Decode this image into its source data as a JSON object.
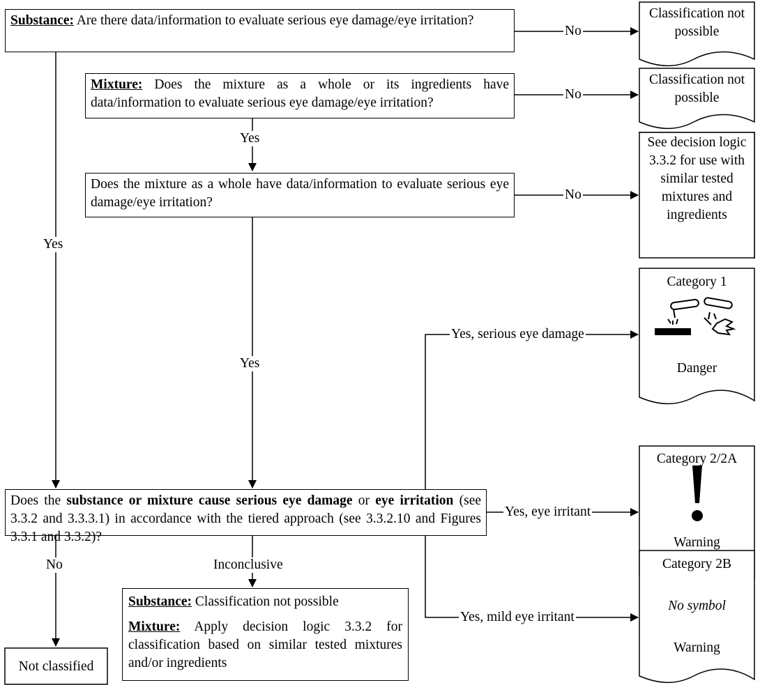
{
  "q_substance": {
    "label": "Substance:",
    "text": "Are there data/information to evaluate serious eye damage/eye irritation?"
  },
  "q_mixture": {
    "label": "Mixture:",
    "text": "Does the mixture as a whole or its ingredients have data/information to evaluate serious eye damage/eye irritation?"
  },
  "q_mixture_whole": {
    "text": "Does the mixture as a whole have data/information to evaluate serious eye damage/eye irritation?"
  },
  "q_main": {
    "part1": "Does the ",
    "bold1": "substance or mixture cause serious eye damage",
    "part2": " or ",
    "bold2": "eye irritation",
    "part3": " (see 3.3.2 and 3.3.3.1) in accordance with the tiered approach (see 3.3.2.10 and Figures 3.3.1 and 3.3.2)?"
  },
  "inconclusive_box": {
    "substance_label": "Substance:",
    "substance_text": "Classification not possible",
    "mixture_label": "Mixture:",
    "mixture_text": "Apply decision logic 3.3.2 for classification based on similar tested mixtures and/or ingredients"
  },
  "outcomes": {
    "not_possible_1": "Classification not possible",
    "not_possible_2": "Classification not possible",
    "see_logic": "See decision logic 3.3.2 for use with similar tested mixtures and ingredients",
    "cat1_title": "Category 1",
    "cat1_signal": "Danger",
    "cat2_title": "Category 2/2A",
    "cat2_signal": "Warning",
    "cat2b_title": "Category 2B",
    "cat2b_symbol": "No symbol",
    "cat2b_signal": "Warning",
    "not_classified": "Not classified"
  },
  "edges": {
    "no_1": "No",
    "no_2": "No",
    "no_3": "No",
    "yes_mix": "Yes",
    "yes_sub": "Yes",
    "yes_whole": "Yes",
    "yes_serious": "Yes, serious eye damage",
    "yes_irritant": "Yes, eye irritant",
    "yes_mild": "Yes, mild eye irritant",
    "inconclusive": "Inconclusive",
    "no_main": "No"
  }
}
